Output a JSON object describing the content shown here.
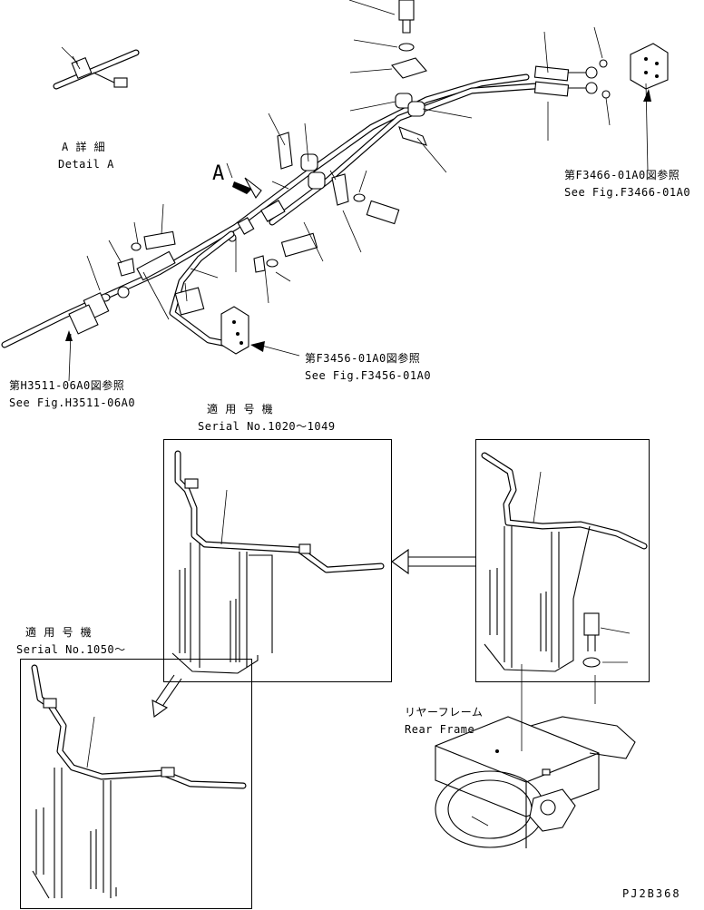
{
  "detail": {
    "title_ja": "A 詳 細",
    "title_en": "Detail A",
    "marker": "A"
  },
  "refs": {
    "f3466": {
      "ja": "第F3466-01A0図参照",
      "en": "See Fig.F3466-01A0"
    },
    "f3456": {
      "ja": "第F3456-01A0図参照",
      "en": "See Fig.F3456-01A0"
    },
    "h3511": {
      "ja": "第H3511-06A0図参照",
      "en": "See Fig.H3511-06A0"
    }
  },
  "serial_1": {
    "label_ja": "適 用 号 機",
    "label_en": "Serial No.1020～1049"
  },
  "serial_2": {
    "label_ja": "適 用 号 機",
    "label_en": "Serial No.1050～"
  },
  "rear_frame": {
    "ja": "リヤーフレーム",
    "en": "Rear Frame"
  },
  "drawing_code": "PJ2B368"
}
